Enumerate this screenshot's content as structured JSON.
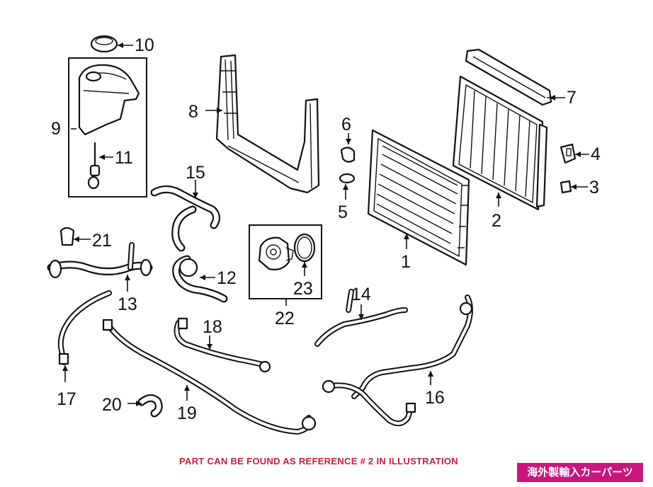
{
  "diagram": {
    "callouts": [
      "1",
      "2",
      "3",
      "4",
      "5",
      "6",
      "7",
      "8",
      "9",
      "10",
      "11",
      "12",
      "13",
      "14",
      "15",
      "16",
      "17",
      "18",
      "19",
      "20",
      "21",
      "22",
      "23"
    ],
    "note": "PART CAN BE FOUND AS REFERENCE # 2 IN ILLUSTRATION",
    "badge": "海外製輸入カーパーツ"
  },
  "colors": {
    "note": "#c8203a",
    "badge_bg": "#c8167e",
    "line": "#111111"
  }
}
